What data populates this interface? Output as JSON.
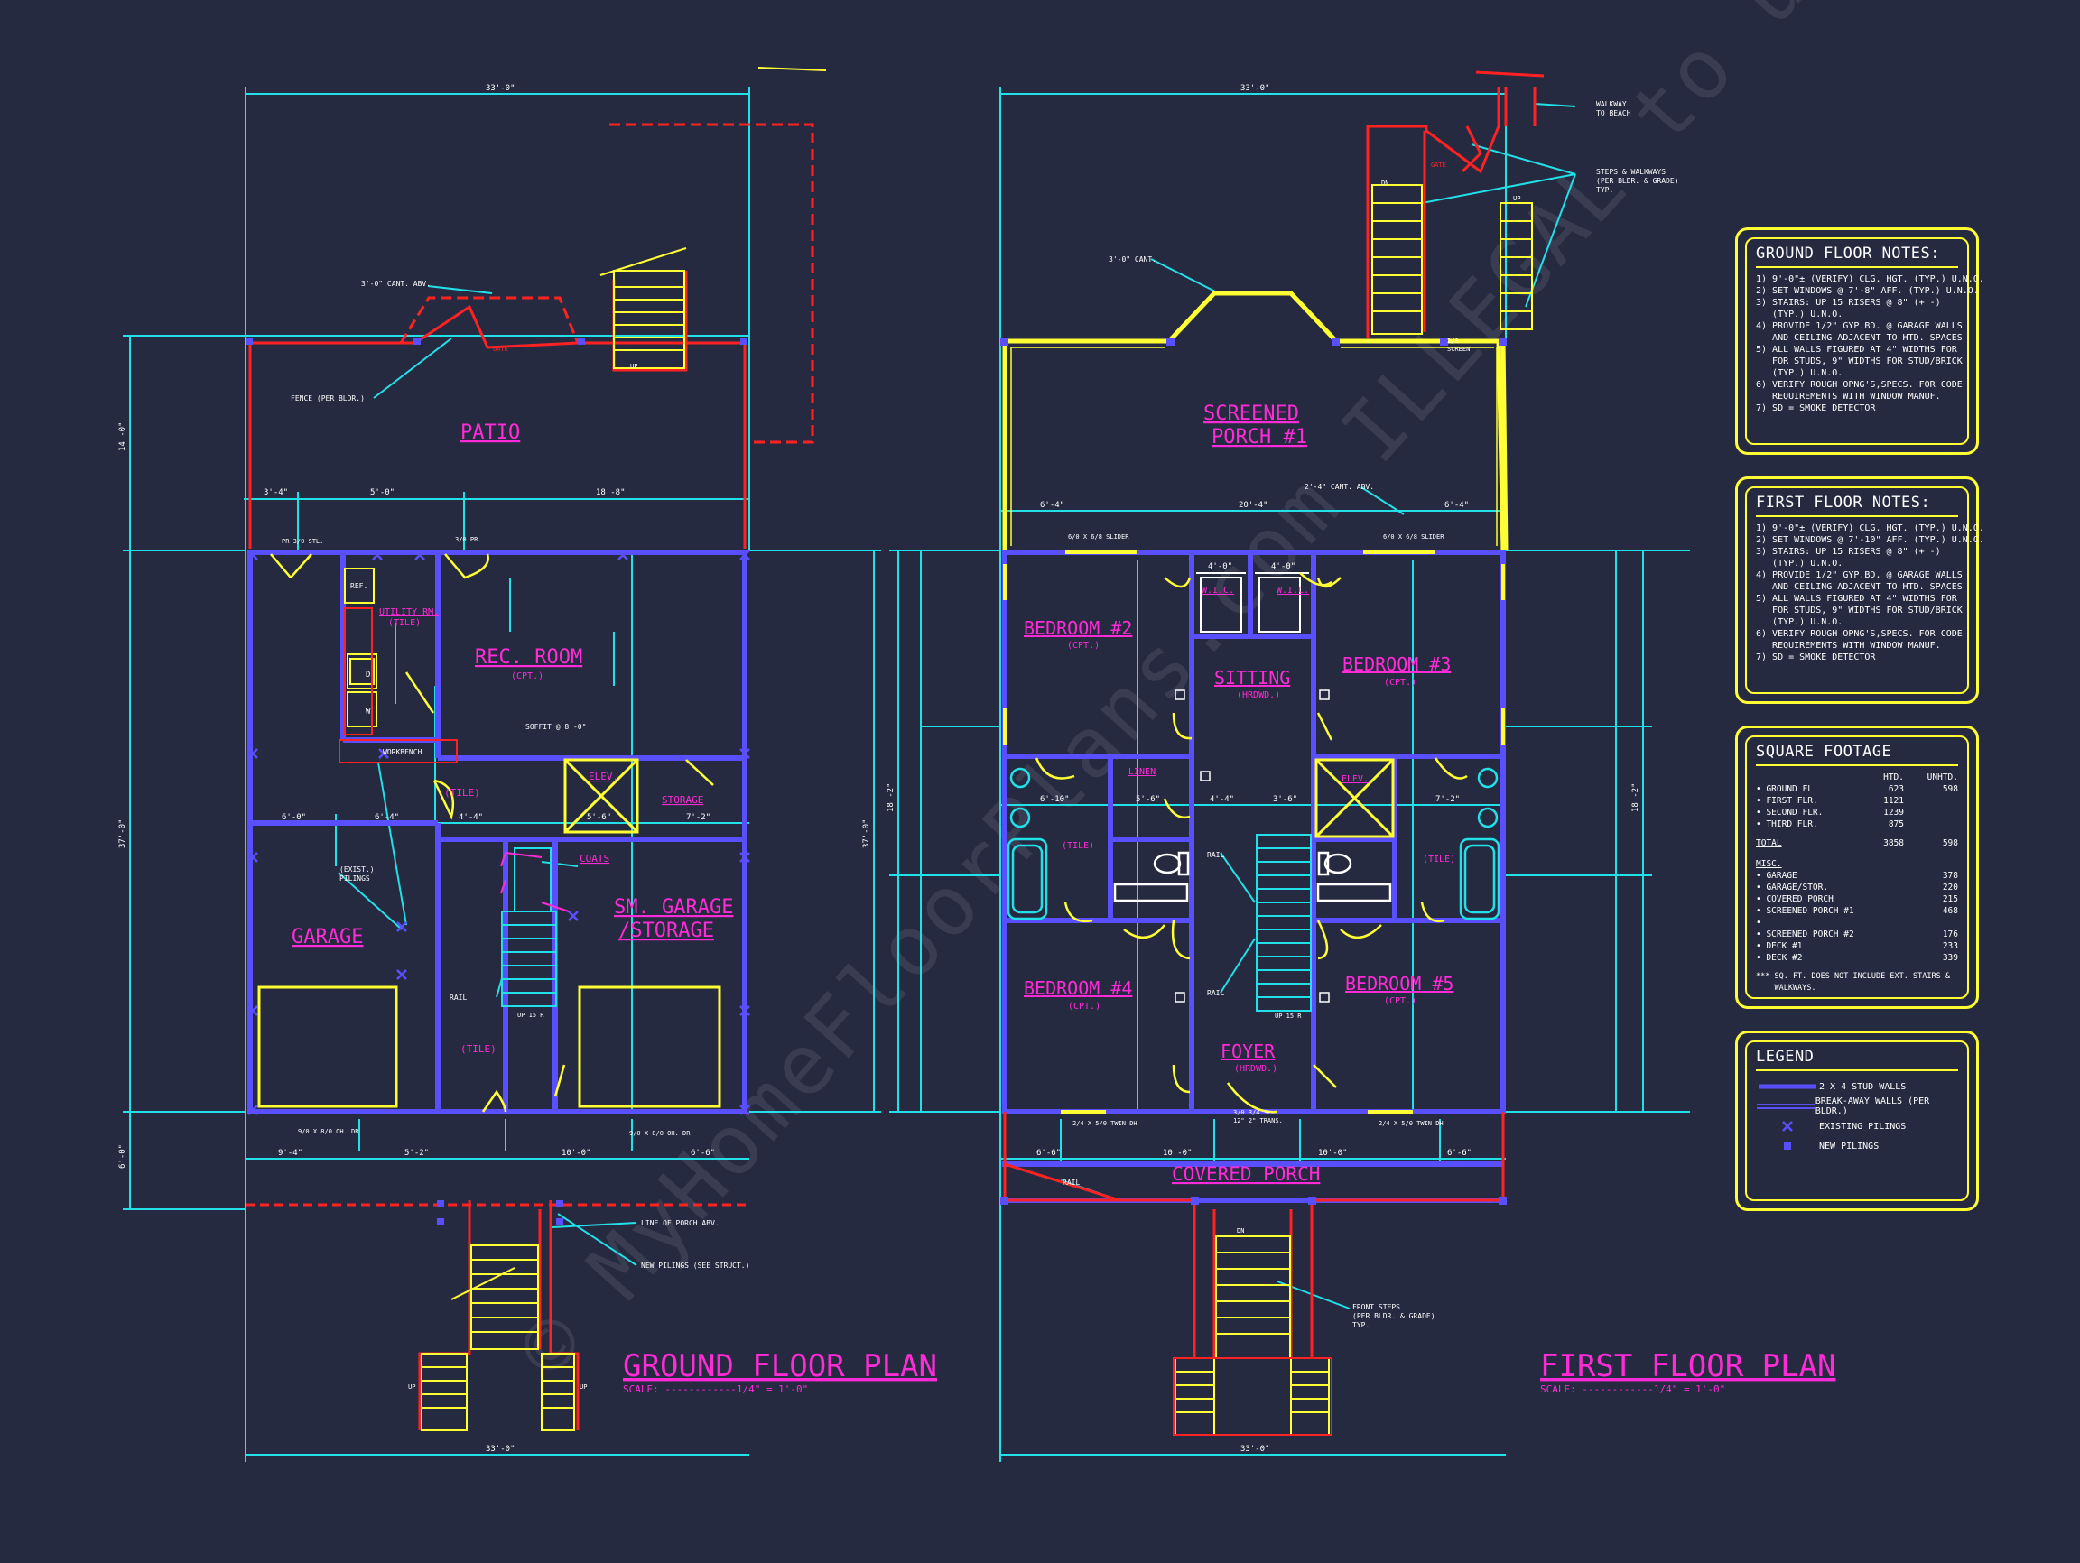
{
  "ground_plan": {
    "title": "GROUND FLOOR PLAN",
    "scale": "SCALE: ------------1/4\" = 1'-0\"",
    "rooms": {
      "patio": "PATIO",
      "rec_room": "REC. ROOM",
      "rec_room_floor": "(CPT.)",
      "utility": "UTILITY RM.",
      "utility_floor": "(TILE)",
      "garage": "GARAGE",
      "sm_garage_1": "SM. GARAGE",
      "sm_garage_2": "/STORAGE",
      "storage": "STORAGE",
      "elev": "ELEV.",
      "coats": "COATS",
      "tile_1": "(TILE)",
      "tile_2": "(TILE)"
    },
    "notes": {
      "cant": "3'-0\" CANT. ABV.",
      "fence": "FENCE (PER BLDR.)",
      "gate": "GATE",
      "ref": "REF.",
      "d": "D",
      "w": "W",
      "workbench": "WORKBENCH",
      "soffit": "SOFFIT @ 8'-0\"",
      "pr_slider": "PR 3/0 STL.",
      "pr_door": "3/0 PR.",
      "exist_pilings": "(EXIST.)\nPILINGS",
      "rail": "RAIL",
      "oh_dr_1": "9/0 X 8/0 OH. DR.",
      "oh_dr_2": "9/0 X 8/0 OH. DR.",
      "line_porch": "LINE OF PORCH ABV.",
      "new_pilings": "NEW PILINGS (SEE STRUCT.)",
      "up_1": "UP",
      "up_2": "UP",
      "up_3": "UP",
      "up_stair": "UP 15 R",
      "up_top": "UP"
    },
    "dims": {
      "top": "33'-0\"",
      "bottom": "33'-0\"",
      "left_1": "14'-0\"",
      "left_2": "37'-0\"",
      "left_3": "6'-0\"",
      "right": "37'-0\"",
      "seg_a": "3'-4\"",
      "seg_b": "5'-0\"",
      "seg_c": "18'-8\"",
      "seg_d": "9'-4\"",
      "seg_e": "5'-2\"",
      "seg_f": "10'-0\"",
      "seg_g": "6'-6\"",
      "int_1": "6'-0\"",
      "int_2": "6'-4\"",
      "int_3": "5'-6\"",
      "int_4": "7'-2\"",
      "int_5": "4'-4\""
    }
  },
  "first_plan": {
    "title": "FIRST FLOOR PLAN",
    "scale": "SCALE: ------------1/4\" = 1'-0\"",
    "rooms": {
      "screened_1": "SCREENED",
      "screened_2": "PORCH #1",
      "bed2": "BEDROOM #2",
      "bed2_floor": "(CPT.)",
      "bed3": "BEDROOM #3",
      "bed3_floor": "(CPT.)",
      "bed4": "BEDROOM #4",
      "bed4_floor": "(CPT.)",
      "bed5": "BEDROOM #5",
      "bed5_floor": "(CPT.)",
      "sitting": "SITTING",
      "sitting_floor": "(HRDWD.)",
      "foyer": "FOYER",
      "foyer_floor": "(HRDWD.)",
      "covered_porch": "COVERED PORCH",
      "wic1": "W.I.C.",
      "wic2": "W.I.C.",
      "linen": "LINEN",
      "elev": "ELEV.",
      "tile_1": "(TILE)",
      "tile_2": "(TILE)"
    },
    "notes": {
      "walkway": "WALKWAY\nTO BEACH",
      "steps": "STEPS & WALKWAYS\n(PER BLDR. & GRADE)\nTYP.",
      "cant": "3'-0\" CANT.",
      "cant2": "2'-4\" CANT. ABV.",
      "gate": "GATE",
      "dn": "DN",
      "up": "UP",
      "screen": "2/8\nSCREEN",
      "slider_1": "6/0 X 6/8 SLIDER",
      "slider_2": "6/0 X 6/8 SLIDER",
      "twin_1": "2/4 X 5/0 TWIN DH",
      "twin_2": "2/4 X 5/0 TWIN DH",
      "rail_1": "RAIL",
      "rail_2": "RAIL",
      "rail_3": "RAIL",
      "front_steps": "FRONT STEPS\n(PER BLDR. & GRADE)\nTYP.",
      "dn_front": "DN",
      "entry": "3/0 3/4 SL.\n12\" 2\" TRANS.",
      "up_stair": "UP 15 R"
    },
    "dims": {
      "top": "33'-0\"",
      "bottom": "33'-0\"",
      "seg_a": "6'-4\"",
      "seg_b": "20'-4\"",
      "seg_c": "6'-4\"",
      "seg_d": "6'-6\"",
      "seg_e": "10'-0\"",
      "seg_f": "10'-0\"",
      "seg_g": "6'-6\"",
      "left": "18'-2\"",
      "right": "18'-2\"",
      "int_1": "6'-10\"",
      "int_2": "5'-6\"",
      "int_3": "4'-4\"",
      "int_4": "3'-6\"",
      "int_5": "7'-2\"",
      "int_6": "4'-0\"",
      "int_7": "4'-0\""
    }
  },
  "ground_notes": {
    "title": "GROUND FLOOR NOTES:",
    "lines": [
      "1) 9'-0\"± (VERIFY) CLG. HGT. (TYP.) U.N.O.",
      "2) SET WINDOWS @ 7'-8\" AFF. (TYP.) U.N.O.",
      "3) STAIRS: UP 15 RISERS @ 8\" (+ -)",
      "   (TYP.) U.N.O.",
      "4) PROVIDE 1/2\" GYP.BD. @ GARAGE WALLS",
      "   AND CEILING ADJACENT TO HTD. SPACES",
      "5) ALL WALLS FIGURED AT 4\" WIDTHS FOR",
      "   FOR STUDS, 9\" WIDTHS FOR STUD/BRICK",
      "   (TYP.) U.N.O.",
      "6) VERIFY ROUGH OPNG'S,SPECS. FOR CODE",
      "   REQUIREMENTS WITH WINDOW MANUF.",
      "7) SD = SMOKE DETECTOR"
    ]
  },
  "first_notes": {
    "title": "FIRST FLOOR NOTES:",
    "lines": [
      "1) 9'-0\"± (VERIFY) CLG. HGT. (TYP.) U.N.O.",
      "2) SET WINDOWS @ 7'-10\" AFF. (TYP.) U.N.O.",
      "3) STAIRS: UP 15 RISERS @ 8\" (+ -)",
      "   (TYP.) U.N.O.",
      "4) PROVIDE 1/2\" GYP.BD. @ GARAGE WALLS",
      "   AND CEILING ADJACENT TO HTD. SPACES",
      "5) ALL WALLS FIGURED AT 4\" WIDTHS FOR",
      "   FOR STUDS, 9\" WIDTHS FOR STUD/BRICK",
      "   (TYP.) U.N.O.",
      "6) VERIFY ROUGH OPNG'S,SPECS. FOR CODE",
      "   REQUIREMENTS WITH WINDOW MANUF.",
      "7) SD = SMOKE DETECTOR"
    ]
  },
  "square_footage": {
    "title": "SQUARE FOOTAGE",
    "col_htd": "HTD.",
    "col_unhtd": "UNHTD.",
    "rows": [
      {
        "label": "• GROUND FL",
        "htd": "623",
        "unhtd": "598"
      },
      {
        "label": "• FIRST FLR.",
        "htd": "1121",
        "unhtd": ""
      },
      {
        "label": "• SECOND FLR.",
        "htd": "1239",
        "unhtd": ""
      },
      {
        "label": "• THIRD FLR.",
        "htd": "875",
        "unhtd": ""
      }
    ],
    "total": {
      "label": "TOTAL",
      "htd": "3858",
      "unhtd": "598"
    },
    "misc_title": "MISC.",
    "misc": [
      {
        "label": "• GARAGE",
        "val": "378"
      },
      {
        "label": "• GARAGE/STOR.",
        "val": "220"
      },
      {
        "label": "• COVERED PORCH",
        "val": "215"
      },
      {
        "label": "• SCREENED PORCH #1",
        "val": "468"
      },
      {
        "label": "•",
        "val": ""
      },
      {
        "label": "• SCREENED PORCH #2",
        "val": "176"
      },
      {
        "label": "• DECK #1",
        "val": "233"
      },
      {
        "label": "• DECK #2",
        "val": "339"
      }
    ],
    "footnote": "*** SQ. FT. DOES NOT INCLUDE EXT. STAIRS &\n    WALKWAYS."
  },
  "legend": {
    "title": "LEGEND",
    "items": [
      "2 X 4 STUD WALLS",
      "BREAK-AWAY WALLS (PER BLDR.)",
      "EXISTING PILINGS",
      "NEW PILINGS"
    ]
  },
  "watermark": "© MyHomeFloorPlans.com  ILLEGAL to use for Construction  May be used for Estimations",
  "colors": {
    "background": "#262a40",
    "wall": "#5a4fff",
    "dimension": "#22e0e8",
    "text_label": "#ff2bd6",
    "accent": "#ffff33",
    "red": "#ff2222"
  }
}
